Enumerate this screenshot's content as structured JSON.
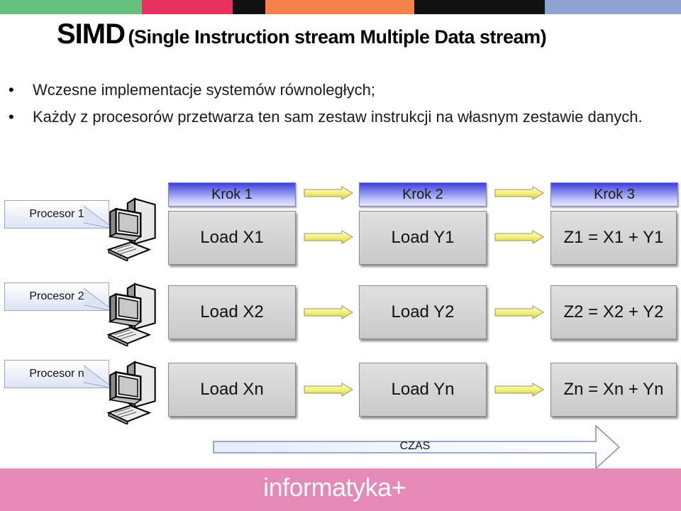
{
  "colors": {
    "stripe": [
      "#66c17c",
      "#e9315f",
      "#111111",
      "#f6814b",
      "#111111",
      "#8ea3d4"
    ],
    "header_gradient_top": "#3b3fdc",
    "cell_fill": "#d4d4d4",
    "arrow_fill": "#f2f07a",
    "footer": "#e589b7"
  },
  "title": {
    "main": "SIMD",
    "sub": "(Single Instruction stream Multiple Data stream)"
  },
  "bullets": [
    "Wczesne implementacje systemów równoległych;",
    "Każdy z procesorów przetwarza ten sam zestaw instrukcji na własnym zestawie danych."
  ],
  "steps": [
    "Krok 1",
    "Krok 2",
    "Krok 3"
  ],
  "processors": [
    {
      "label": "Procesor 1",
      "icon": "computer-icon",
      "ops": [
        "Load X1",
        "Load Y1",
        "Z1 = X1 + Y1"
      ]
    },
    {
      "label": "Procesor 2",
      "icon": "computer-icon",
      "ops": [
        "Load X2",
        "Load Y2",
        "Z2 = X2 + Y2"
      ]
    },
    {
      "label": "Procesor n",
      "icon": "computer-icon",
      "ops": [
        "Load Xn",
        "Load Yn",
        "Zn = Xn + Yn"
      ]
    }
  ],
  "time_axis": {
    "label": "CZAS"
  },
  "footer": {
    "logo": "informatyka+"
  }
}
